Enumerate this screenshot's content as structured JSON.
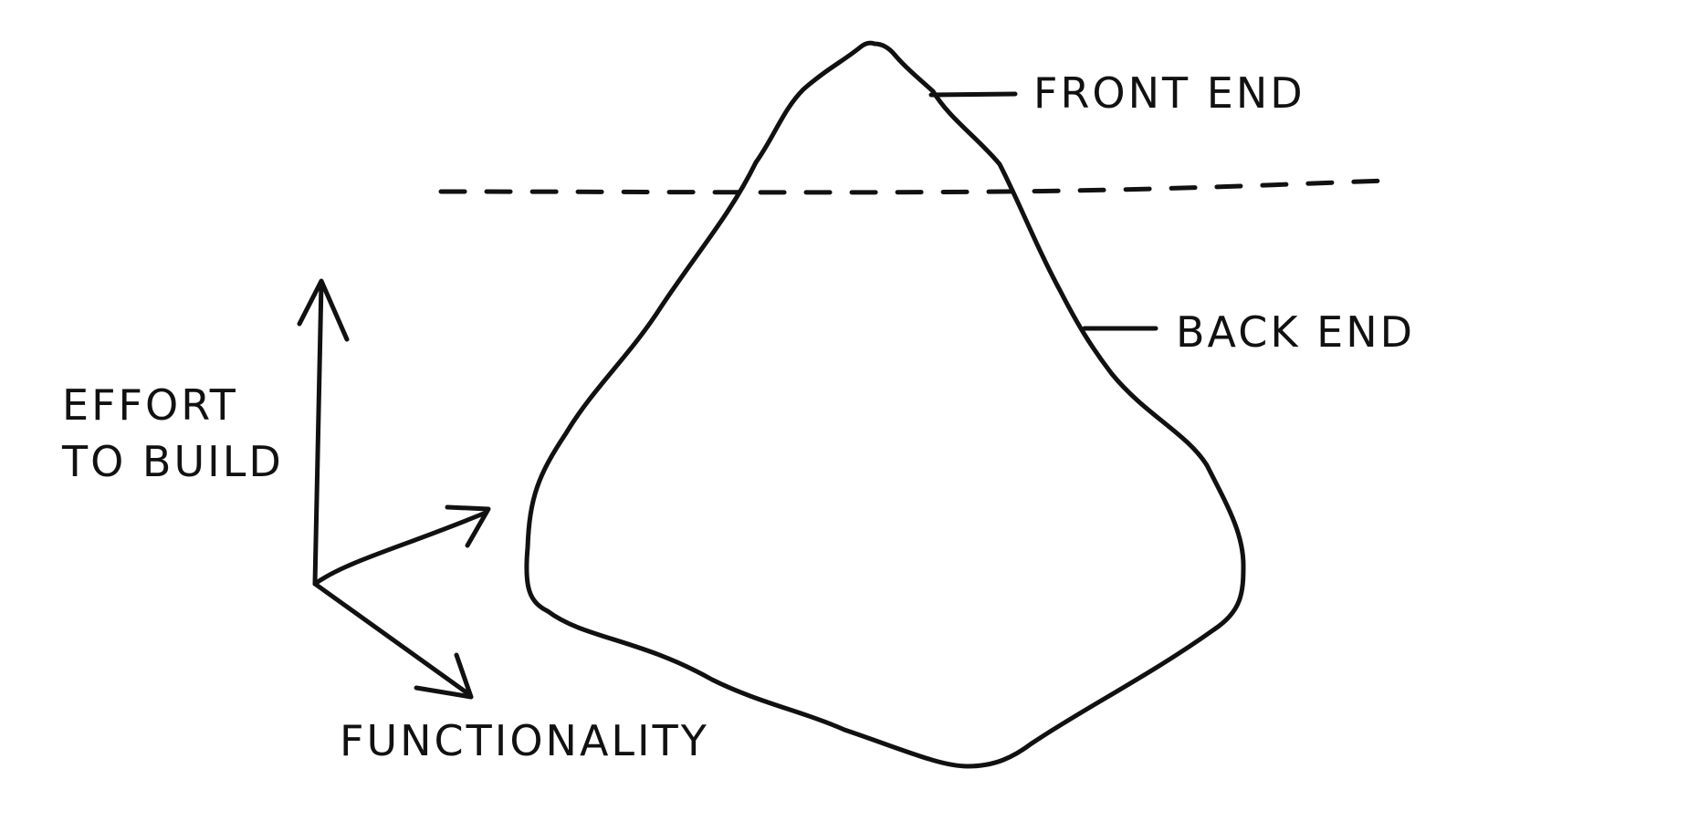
{
  "labels": {
    "front_end": "FRONT END",
    "back_end": "BACK END",
    "effort_line1": "EFFORT",
    "effort_line2": "TO BUILD",
    "functionality": "FUNCTIONALITY"
  },
  "colors": {
    "ink": "#111111",
    "background": "#ffffff"
  }
}
